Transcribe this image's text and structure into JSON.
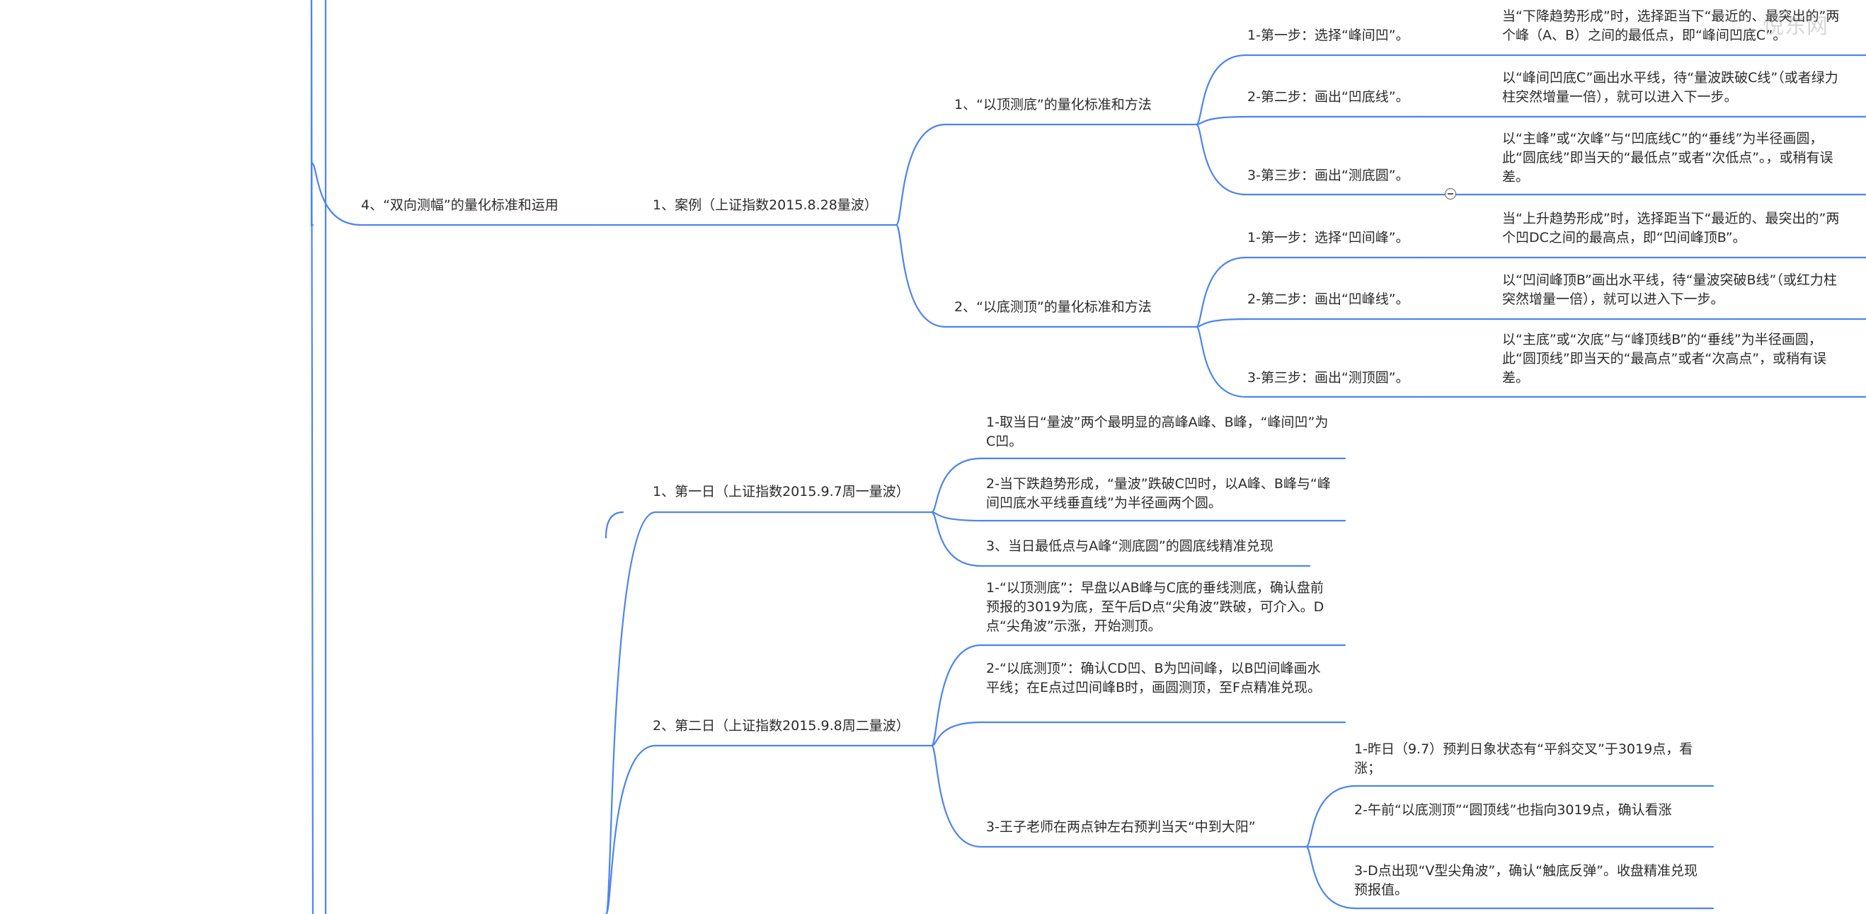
{
  "colors": {
    "line": "#4d84f0",
    "text": "#2b2b2b",
    "background": "#ffffff"
  },
  "watermark": "悦东网",
  "nodes": {
    "n4": "4、“双向测幅”的量化标准和运用",
    "case": "1、案例（上证指数2015.8.28量波）",
    "topToBottom": "1、“以顶测底”的量化标准和方法",
    "tb1": "1-第一步：选择“峰间凹”。",
    "tb1d": "当“下降趋势形成”时，选择距当下“最近的、最突出的”两个峰（A、B）之间的最低点，即“峰间凹底C”。",
    "tb2": "2-第二步：画出“凹底线”。",
    "tb2d": "以“峰间凹底C”画出水平线，待“量波跌破C线”（或者绿力柱突然增量一倍），就可以进入下一步。",
    "tb3": "3-第三步：画出“测底圆”。",
    "tb3d": "以“主峰”或“次峰”与“凹底线C”的“垂线”为半径画圆，此“圆底线”即当天的“最低点”或者“次低点”。，或稍有误差。",
    "bottomToTop": "2、“以底测顶”的量化标准和方法",
    "bt1": "1-第一步：选择“凹间峰”。",
    "bt1d": "当“上升趋势形成”时，选择距当下“最近的、最突出的”两个凹DC之间的最高点，即“凹间峰顶B”。",
    "bt2": "2-第二步：画出“凹峰线”。",
    "bt2d": "以“凹间峰顶B”画出水平线，待“量波突破B线”（或红力柱突然增量一倍），就可以进入下一步。",
    "bt3": "3-第三步：画出“测顶圆”。",
    "bt3d": "以“主底”或“次底”与“峰顶线B”的“垂线”为半径画圆，此“圆顶线”即当天的“最高点”或者“次高点”，或稍有误差。",
    "day1": "1、第一日（上证指数2015.9.7周一量波）",
    "d1a": "1-取当日“量波”两个最明显的高峰A峰、B峰，“峰间凹”为C凹。",
    "d1b": "2-当下跌趋势形成，“量波”跌破C凹时，以A峰、B峰与“峰间凹底水平线垂直线”为半径画两个圆。",
    "d1c": "3、当日最低点与A峰“测底圆”的圆底线精准兑现",
    "day2": "2、第二日（上证指数2015.9.8周二量波）",
    "d2a": "1-“以顶测底”：早盘以AB峰与C底的垂线测底，确认盘前预报的3019为底，至午后D点“尖角波”跌破，可介入。D点“尖角波”示涨，开始测顶。",
    "d2b": "2-“以底测顶”：确认CD凹、B为凹间峰，以B凹间峰画水平线；在E点过凹间峰B时，画圆测顶，至F点精准兑现。",
    "d2c": "3-王子老师在两点钟左右预判当天“中到大阳”",
    "d2c1": "1-昨日（9.7）预判日象状态有“平斜交叉”于3019点，看涨；",
    "d2c2": "2-午前“以底测顶”“圆顶线”也指向3019点，确认看涨",
    "d2c3": "3-D点出现“V型尖角波”，确认“触底反弹”。收盘精准兑现预报值。"
  }
}
